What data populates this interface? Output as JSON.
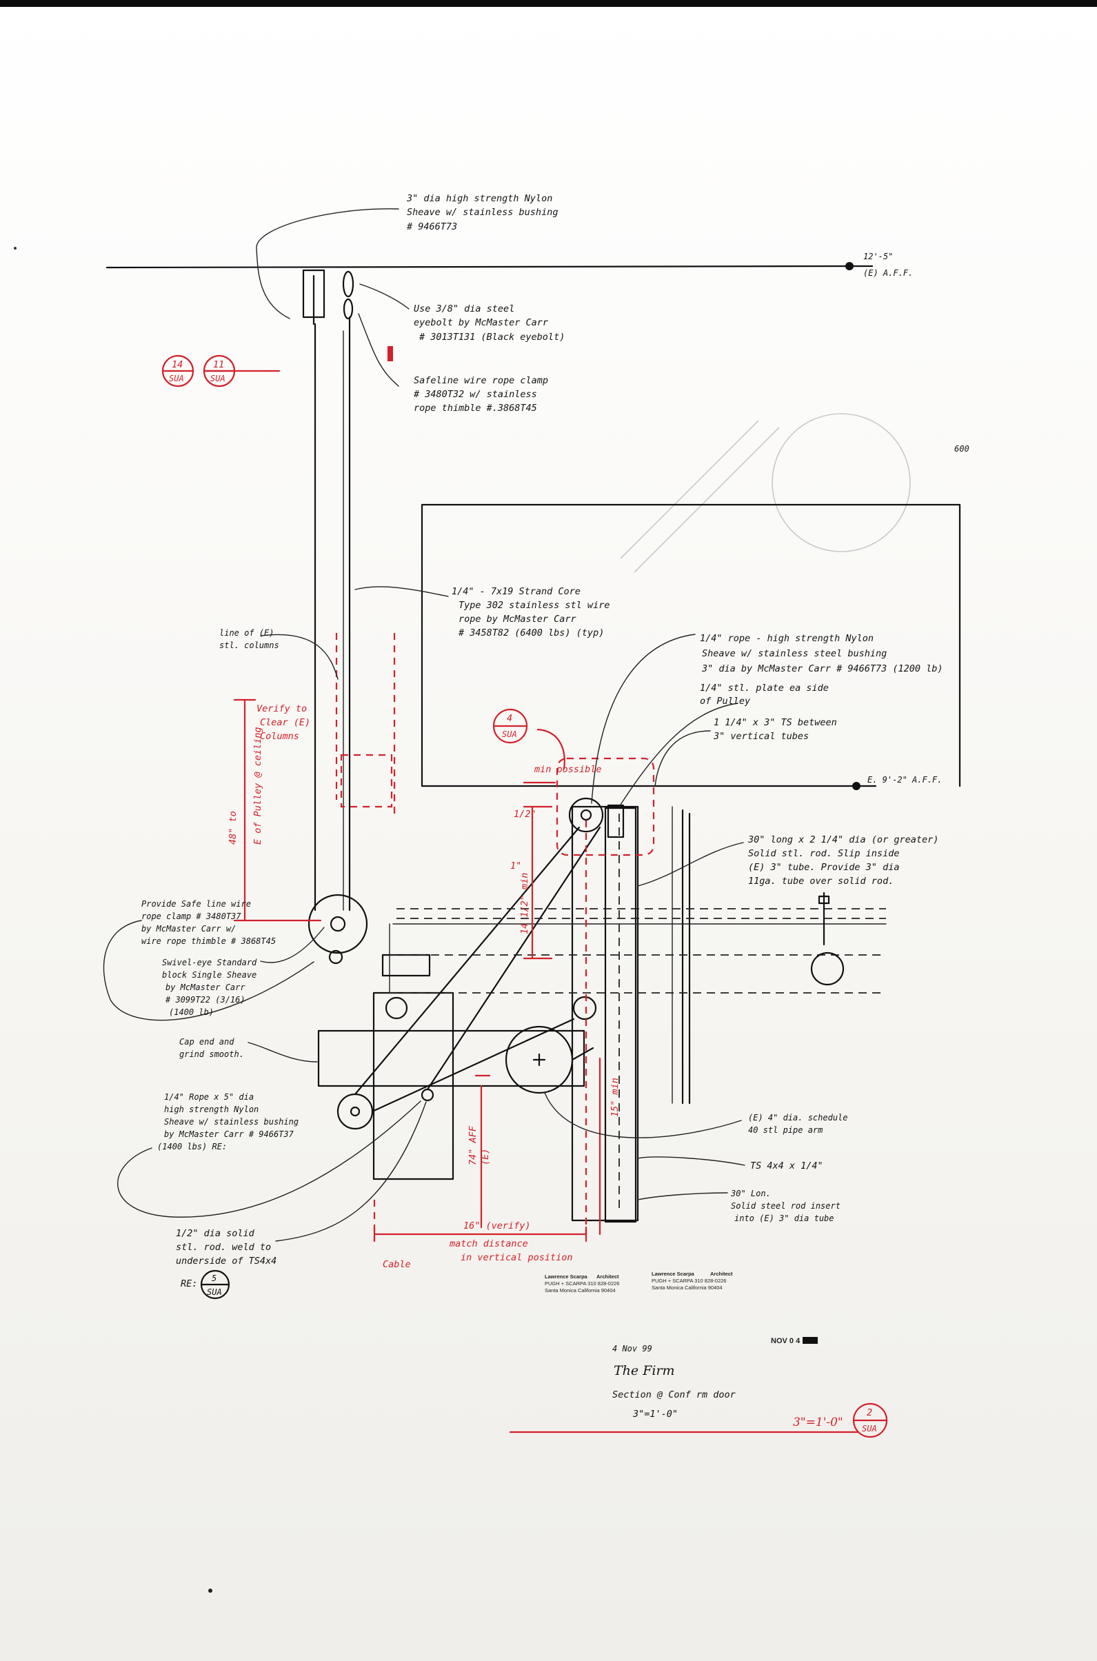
{
  "notes": {
    "sheave_top": [
      "3\" dia high strength Nylon",
      "Sheave w/ stainless bushing",
      "# 9466T73"
    ],
    "eyebolt": [
      "Use 3/8\" dia steel",
      "eyebolt by McMaster Carr",
      "# 3013T131 (Black eyebolt)"
    ],
    "rope_clamp": [
      "Safeline wire rope clamp",
      "# 3480T32 w/ stainless",
      "rope thimble #.3868T45"
    ],
    "strand_core": [
      "1/4\" - 7x19 Strand Core",
      "Type 302 stainless stl wire",
      "rope by McMaster Carr",
      "# 3458T82 (6400 lbs) (typ)"
    ],
    "columns_line": [
      "line of (E)",
      "stl. columns"
    ],
    "nylon_sheave": [
      "1/4\" rope - high strength Nylon",
      "Sheave w/ stainless steel bushing",
      "3\" dia by McMaster Carr # 9466T73 (1200 lb)"
    ],
    "steel_plate": [
      "1/4\" stl. plate ea side",
      "of Pulley"
    ],
    "ts_between": [
      "1 1/4\" x 3\" TS between",
      "3\" vertical tubes"
    ],
    "solid_rod": [
      "30\" long x 2 1/4\" dia (or greater)",
      "Solid stl. rod. Slip inside",
      "(E) 3\" tube. Provide 3\" dia",
      "11ga. tube over solid rod."
    ],
    "rope_clamp_2": [
      "Provide Safe line wire",
      "rope clamp # 3480T37",
      "by McMaster Carr w/",
      "wire rope thimble # 3868T45"
    ],
    "swivel_eye": [
      "Swivel-eye Standard",
      "block Single Sheave",
      "by McMaster Carr",
      "# 3099T22 (3/16)",
      "(1400 lb)"
    ],
    "cap_end": [
      "Cap end and",
      "grind smooth."
    ],
    "rope_5": [
      "1/4\" Rope x 5\" dia",
      "high strength Nylon",
      "Sheave w/ stainless bushing",
      "by McMaster Carr # 9466T37",
      "(1400 lbs) RE:"
    ],
    "pipe_arm": [
      "(E) 4\" dia. schedule",
      "40 stl pipe arm"
    ],
    "ts4x4": "TS 4x4 x 1/4\"",
    "steel_rod_insert": [
      "30\" Lon.",
      "Solid steel rod insert",
      "into (E) 3\" dia tube"
    ],
    "half_rod": [
      "1/2\" dia solid",
      "stl. rod. weld to",
      "underside of TS4x4",
      "RE:"
    ],
    "elev_top": [
      "12'-5\"",
      "(E) A.F.F."
    ],
    "elev_mid": "E. 9'-2\" A.F.F.",
    "side_num": "600"
  },
  "red_notes": {
    "verify": [
      "Verify to",
      "Clear (E)",
      "Columns"
    ],
    "dim_48": [
      "48\" to",
      "E of Pulley @ ceiling"
    ],
    "min_possible": "min possible",
    "dim_14": "14 1/2\" min",
    "dim_15": "15\" min",
    "dim_74": [
      "74\" AFF",
      "(E)"
    ],
    "dim_16": "16\" (verify)",
    "match": [
      "match distance",
      "in vertical position"
    ],
    "cable": "Cable",
    "scale": "3\"=1'-0\"",
    "half": "1/2\"",
    "one": "1\""
  },
  "callouts": {
    "c14": {
      "num": "14",
      "sheet": "SUA"
    },
    "c11": {
      "num": "11",
      "sheet": "SUA"
    },
    "c4": {
      "num": "4",
      "sheet": "SUA"
    },
    "c2": {
      "num": "2",
      "sheet": "SUA"
    },
    "c5": {
      "num": "5",
      "sheet": "SUA"
    }
  },
  "title_block": {
    "date": "4 Nov 99",
    "project": "The Firm",
    "sheet_title": "Section @ Conf rm door",
    "scale": "3\"=1'-0\"",
    "stamp_date": "NOV 0 4"
  },
  "stamps": [
    {
      "firm": "Lawrence Scarpa",
      "role": "Architect",
      "line2": "PUGH + SCARPA 310 828-0226",
      "line3": "Santa Monica California 90404"
    },
    {
      "firm": "Lawrence Scarpa",
      "role": "Architect",
      "line2": "PUGH + SCARPA 310 828-0226",
      "line3": "Santa Monica California 90404"
    }
  ]
}
